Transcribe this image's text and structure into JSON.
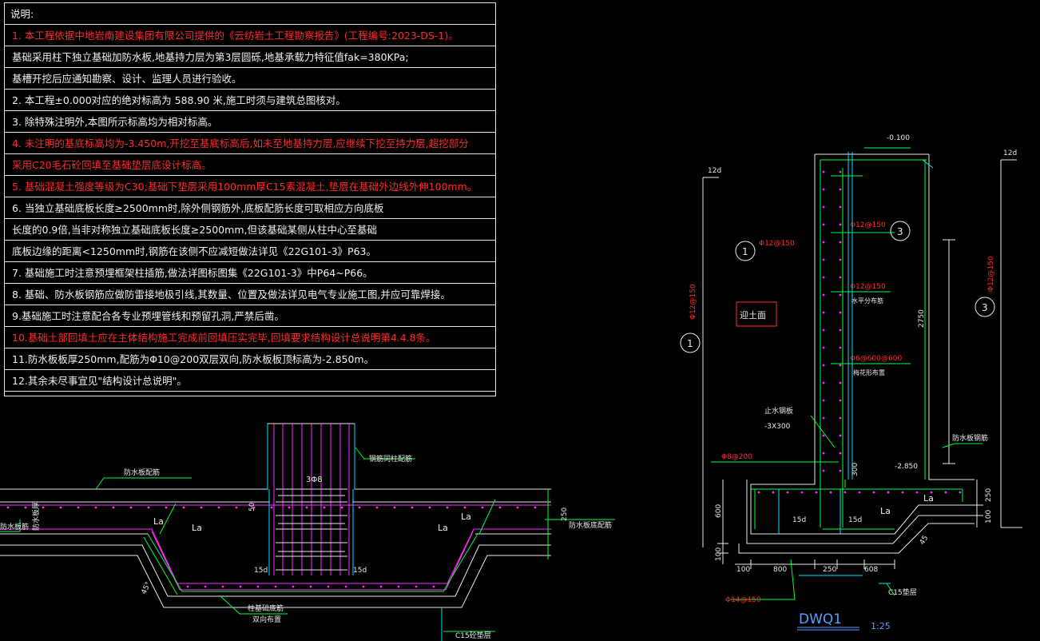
{
  "notes": {
    "title": "说明:",
    "lines": [
      {
        "text": "1. 本工程依据中地岩南建设集团有限公司提供的《云纺岩土工程勘察报告》(工程编号:2023-DS-1)。",
        "red": true
      },
      {
        "text": "基础采用柱下独立基础加防水板,地基持力层为第3层圆砾,地基承载力特征值fak=380KPa;",
        "red": false
      },
      {
        "text": "基槽开挖后应通知勘察、设计、监理人员进行验收。",
        "red": false
      },
      {
        "text": "2. 本工程±0.000对应的绝对标高为 588.90 米,施工时须与建筑总图核对。",
        "red": false
      },
      {
        "text": "3. 除特殊注明外,本图所示标高均为相对标高。",
        "red": false
      },
      {
        "text": "4. 未注明的基底标高均为-3.450m,开挖至基底标高后,如未至地基持力层,应继续下挖至持力层,超挖部分",
        "red": true
      },
      {
        "text": "采用C20毛石砼回填至基础垫层底设计标高。",
        "red": true
      },
      {
        "text": "5. 基础混凝土强度等级为C30;基础下垫层采用100mm厚C15素混凝土,垫层在基础外边线外伸100mm。",
        "red": true
      },
      {
        "text": "6. 当独立基础底板长度≥2500mm时,除外侧钢筋外,底板配筋长度可取相应方向底板",
        "red": false
      },
      {
        "text": "长度的0.9倍,当非对称独立基础底板长度≥2500mm,但该基础某侧从柱中心至基础",
        "red": false
      },
      {
        "text": "底板边缘的距离<1250mm时,钢筋在该侧不应减短做法详见《22G101-3》P63。",
        "red": false
      },
      {
        "text": "7. 基础施工时注意预埋框架柱插筋,做法详图标图集《22G101-3》中P64~P66。",
        "red": false
      },
      {
        "text": "8. 基础、防水板钢筋应做防雷接地极引线,其数量、位置及做法详见电气专业施工图,并应可靠焊接。",
        "red": false
      },
      {
        "text": "9.基础施工时注意配合各专业预埋管线和预留孔洞,严禁后凿。",
        "red": false
      },
      {
        "text": "10.基础土部回填土应在主体结构施工完成前回填压实完毕,回填要求结构设计总说明第4.4.8条。",
        "red": true
      },
      {
        "text": "11.防水板板厚250mm,配筋为Φ10@200双层双向,防水板板顶标高为-2.850m。",
        "red": false
      },
      {
        "text": "12.其余未尽事宜见\"结构设计总说明\"。",
        "red": false
      }
    ]
  },
  "left_detail": {
    "labels": {
      "col_rebar": "钢筋同柱配筋",
      "top_plate_rebar": "防水板配筋",
      "bot_plate_rebar": "防水板底配筋",
      "left_plate_rebar": "防水板筋",
      "plate_thk": "防水板厚",
      "ties": "3Φ8",
      "la1": "La",
      "la2": "La",
      "la3": "La",
      "la4": "La",
      "d50": "50",
      "d250": "250",
      "d15a": "15d",
      "d15b": "15d",
      "angle": "45°",
      "base_rebar": "柱基础底筋",
      "base_rebar2": "双向布置",
      "c15": "C15砼垫层"
    }
  },
  "right_detail": {
    "labels": {
      "elev_top": "-0.100",
      "d12_left": "12d",
      "d12_right": "12d",
      "circle1": "1",
      "circle3": "3",
      "phi12_150_a": "Φ12@150",
      "phi12_150_b": "Φ12@150",
      "phi12_150_c": "Φ12@150",
      "horiz_rebar": "水平分布筋",
      "phi6": "Φ6@600@600",
      "phi6_note": "梅花形布置",
      "earth_face": "迎土面",
      "waterstop": "止水钢板",
      "waterstop_size": "-3X300",
      "phi8": "Φ8@200",
      "plate_rebar": "防水板钢筋",
      "elev_plate": "-2.850",
      "h2750": "2750",
      "h300": "300",
      "h250": "250",
      "h100a": "100",
      "h600": "600",
      "h100b": "100",
      "w100": "100",
      "w800": "800",
      "w250": "250",
      "w608": "608",
      "d15c": "15d",
      "d15d": "15d",
      "la5": "La",
      "la6": "La",
      "angle45": "45",
      "phi14": "Φ14@150",
      "c15b": "C15垫层",
      "side_left_circle": "1",
      "side_left_phi": "Φ12@150",
      "side_right_circle": "3",
      "side_right_phi": "Φ12@150",
      "title": "DWQ1",
      "scale": "1:25"
    }
  },
  "colors": {
    "white": "#f0f0f0",
    "green": "#00ff3c",
    "magenta": "#ff2bff",
    "red": "#ff2b2b",
    "cyan": "#00e5ff",
    "yellow": "#ffff00",
    "blue": "#5aa0ff"
  }
}
